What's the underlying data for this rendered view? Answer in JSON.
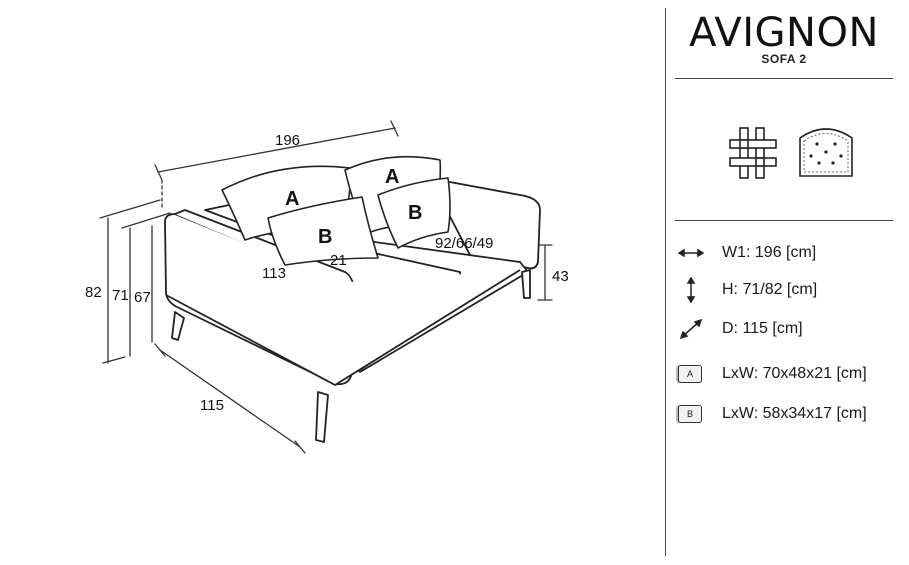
{
  "header": {
    "title": "AVIGNON",
    "subtitle": "SOFA 2"
  },
  "icons": {
    "fabric": "fabric-weave-icon",
    "seat": "quilted-seat-icon"
  },
  "drawing": {
    "width_label": "196",
    "height_labels": [
      "82",
      "71",
      "67"
    ],
    "depth_label": "115",
    "arm_length_label": "113",
    "arm_width_label": "21",
    "seat_depth_label": "92/66/49",
    "seat_height_label": "43",
    "pillow_a_label": "A",
    "pillow_b_label": "B"
  },
  "specs": [
    {
      "icon": "width-arrow-icon",
      "text": "W1: 196 [cm]"
    },
    {
      "icon": "height-arrow-icon",
      "text": "H: 71/82 [cm]"
    },
    {
      "icon": "depth-arrow-icon",
      "text": "D: 115 [cm]"
    },
    {
      "icon": "pillow-a-icon",
      "badge": "A",
      "text": "LxW: 70x48x21 [cm]"
    },
    {
      "icon": "pillow-b-icon",
      "badge": "B",
      "text": "LxW: 58x34x17 [cm]"
    }
  ]
}
